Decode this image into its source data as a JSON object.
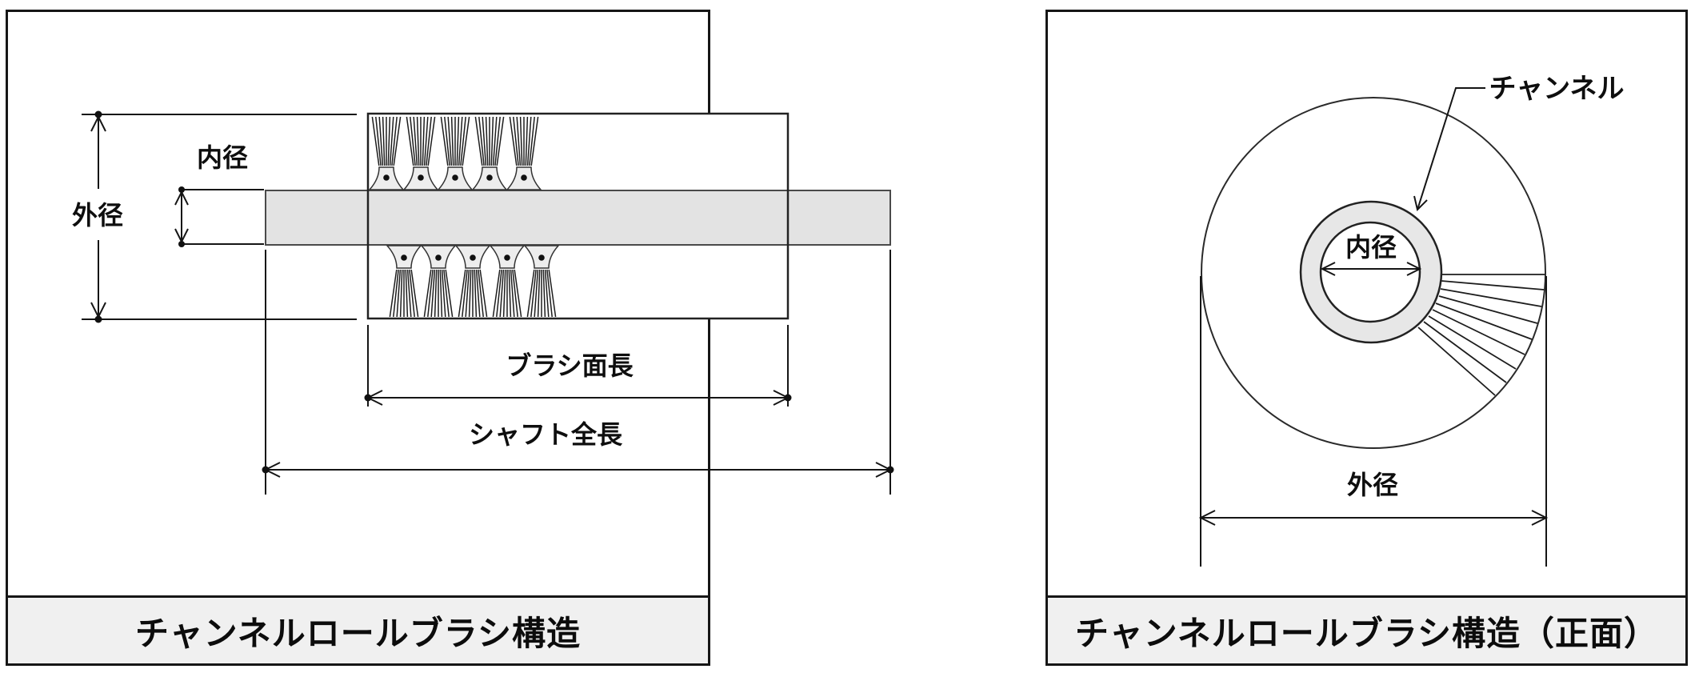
{
  "panel_side": {
    "caption": "チャンネルロールブラシ構造",
    "labels": {
      "inner_diameter": "内径",
      "outer_diameter": "外径",
      "brush_face_length": "ブラシ面長",
      "shaft_total_length": "シャフト全長"
    }
  },
  "panel_front": {
    "caption": "チャンネルロールブラシ構造（正面）",
    "labels": {
      "channel": "チャンネル",
      "inner_diameter": "内径",
      "outer_diameter": "外径"
    }
  },
  "colors": {
    "line": "#1d1d1d",
    "shaft_fill": "#e3e3e3",
    "ring_fill": "#e7e7e7",
    "caption_bg": "#f0f0f0",
    "frame_border": "#161616"
  }
}
